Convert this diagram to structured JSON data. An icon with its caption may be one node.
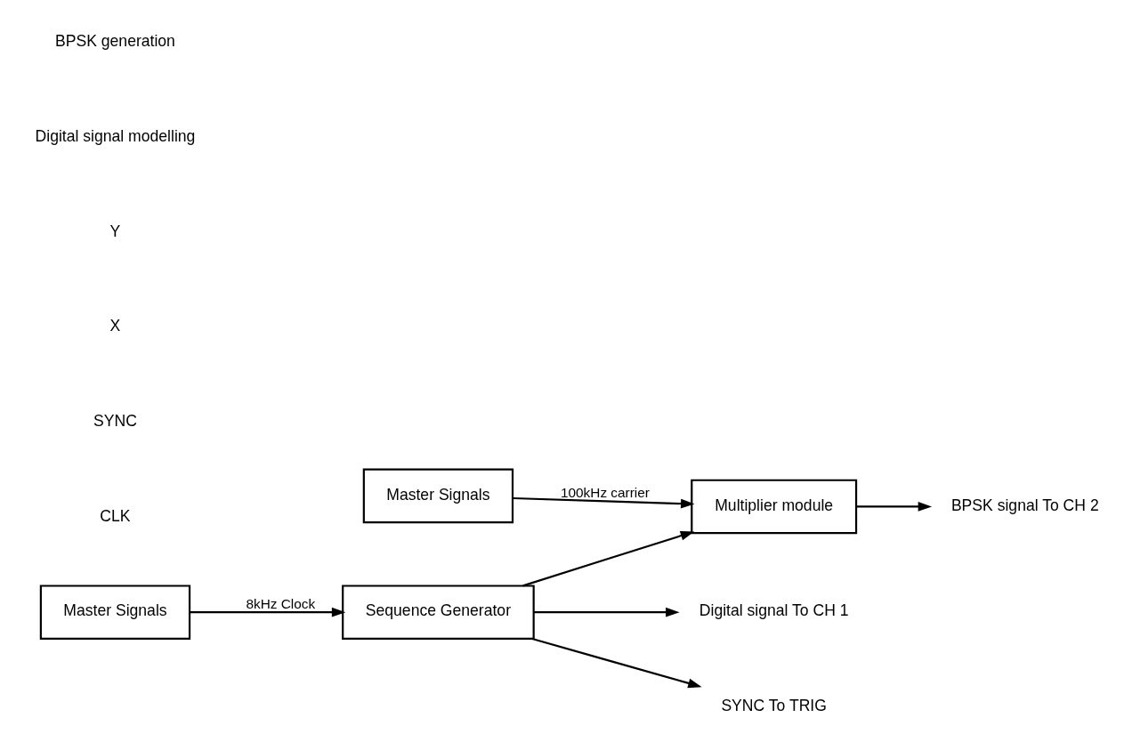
{
  "diagram": {
    "nodes": [
      {
        "text": [
          "Master Signals"
        ]
      },
      {
        "text": [
          "Sequence Generator"
        ]
      },
      {
        "text": [
          "Multiplier module"
        ]
      },
      {
        "text": [
          "Master Signals"
        ]
      },
      {
        "text": [
          "Digital signal To CH 1"
        ]
      },
      {
        "text": [
          "BPSK signal To CH 2"
        ]
      },
      {
        "text": [
          "SYNC To TRIG"
        ]
      }
    ],
    "edges": [
      {
        "from": 0,
        "to": 1,
        "arrow": "to",
        "label": "8kHz Clock"
      },
      {
        "from": 1,
        "to": 4,
        "arrow": "to"
      },
      {
        "from": 1,
        "to": 2,
        "arrow": "to"
      },
      {
        "from": 1,
        "to": 6,
        "arrow": "to"
      },
      {
        "from": 3,
        "to": 2,
        "arrow": "to",
        "label": "100kHz carrier"
      },
      {
        "from": 2,
        "to": 5,
        "arrow": "to"
      }
    ],
    "labels": [
      "CLK",
      "SYNC",
      "X",
      "Y",
      "Digital signal modelling",
      "BPSK generation"
    ]
  }
}
